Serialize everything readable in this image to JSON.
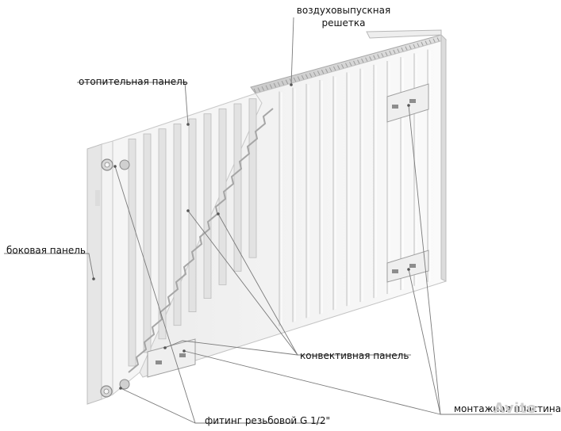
{
  "labels": {
    "air_grille_line1": "воздуховыпускная",
    "air_grille_line2": "решетка",
    "heating_panel": "отопительная панель",
    "side_panel": "боковая панель",
    "convection_panel": "конвективная панель",
    "mounting_plate": "монтажная пластина",
    "fitting": "фитинг резьбовой G 1/2\""
  },
  "watermark": "Avito",
  "colors": {
    "leader_line": "#7a7a7a",
    "radiator_face": "#f4f4f4",
    "radiator_edge": "#bcbcbc",
    "fin_dark": "#cfcfcf",
    "label_text": "#111111"
  }
}
